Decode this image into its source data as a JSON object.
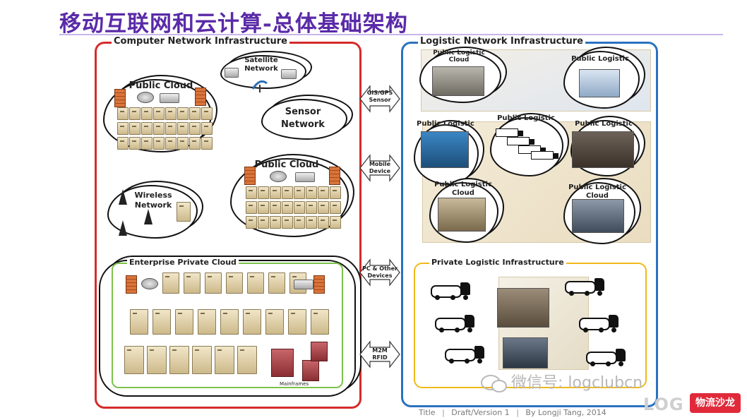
{
  "slide": {
    "title": "移动互联网和云计算-总体基础架构"
  },
  "left_panel": {
    "title": "Computer Network Infrastructure",
    "satellite_label": "Satellite\nNetwork",
    "public_cloud_1": "Public Cloud",
    "sensor_network": "Sensor\nNetwork",
    "public_cloud_2": "Public Cloud",
    "wireless_network": "Wireless\nNetwork",
    "enterprise_title": "Enterprise Private Cloud",
    "mainframes": "Mainframes"
  },
  "connectors": [
    {
      "label": "GIS/GPS\nSensor"
    },
    {
      "label": "Mobile\nDevice"
    },
    {
      "label": "PC & Other\nDevices"
    },
    {
      "label": "M2M\nRFID"
    }
  ],
  "right_panel": {
    "title": "Logistic Network Infrastructure",
    "public_logistic_clouds": [
      "Public Logistic\nCloud",
      "Public Logistic",
      "Public Logistic",
      "Public Logistic",
      "Public Logistic",
      "Public Logistic\nCloud",
      "Public Logistic\nCloud"
    ],
    "private_title": "Private Logistic Infrastructure"
  },
  "footer": {
    "title": "Title",
    "version": "Draft/Version 1",
    "author": "By Longji Tang, 2014"
  },
  "watermark": {
    "wechat": "微信号: logclubcn",
    "logo_text": "LOG",
    "logo_badge": "物流沙龙"
  },
  "colors": {
    "title": "#5a2aa8",
    "left_border": "#d62b2b",
    "right_border": "#2a72c0",
    "enterprise_border": "#7cc24a",
    "private_border": "#f0b91a"
  }
}
